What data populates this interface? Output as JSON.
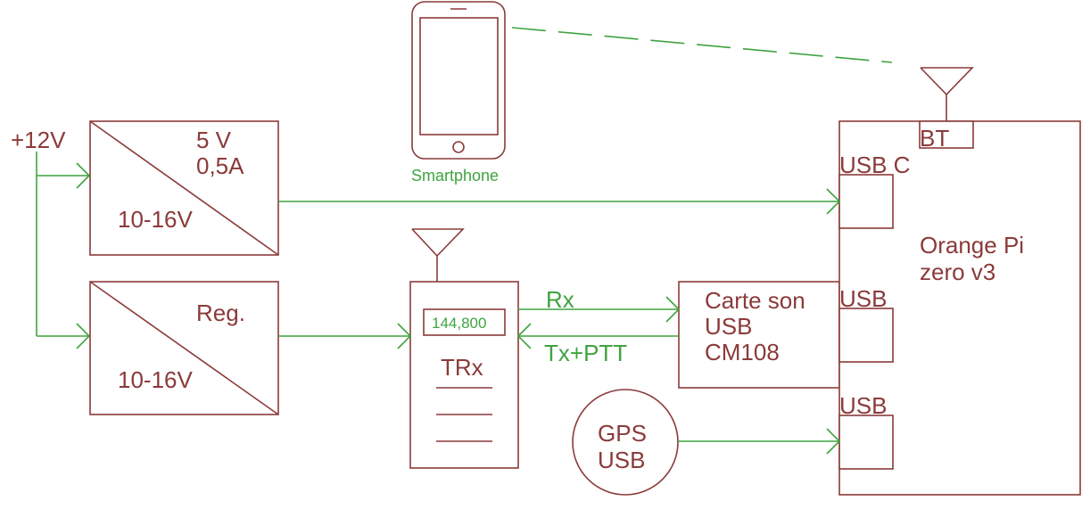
{
  "supply": {
    "input_label": "+12V"
  },
  "converter_5v": {
    "out_v": "5 V",
    "out_a": "0,5A",
    "in_range": "10-16V"
  },
  "regulator": {
    "label": "Reg.",
    "in_range": "10-16V"
  },
  "smartphone": {
    "label": "Smartphone"
  },
  "trx": {
    "label": "TRx",
    "frequency": "144,800"
  },
  "soundcard": {
    "line1": "Carte son",
    "line2": "USB",
    "line3": "CM108"
  },
  "signals": {
    "rx": "Rx",
    "tx": "Tx+PTT"
  },
  "gps": {
    "line1": "GPS",
    "line2": "USB"
  },
  "orange_pi": {
    "name_line1": "Orange Pi",
    "name_line2": "zero v3",
    "bt": "BT",
    "usb_c": "USB C",
    "usb1": "USB",
    "usb2": "USB"
  },
  "colors": {
    "component": "#8b3a3a",
    "wire": "#3fa33f"
  }
}
